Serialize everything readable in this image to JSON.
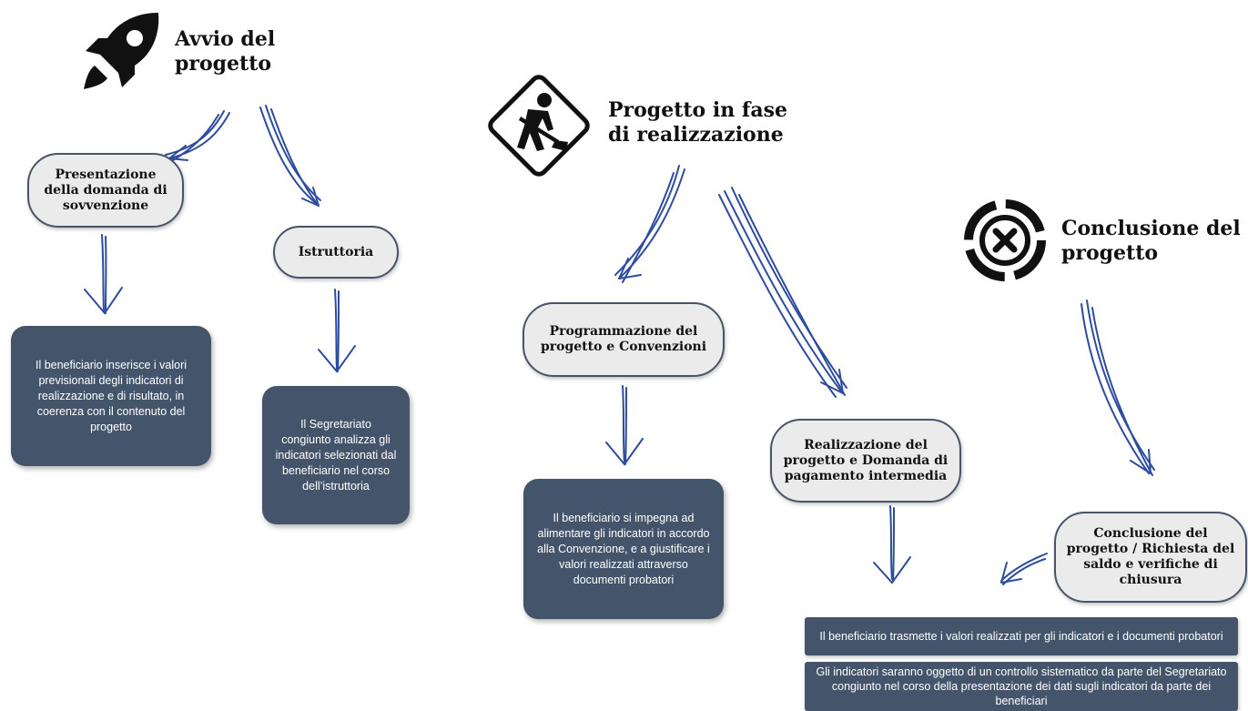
{
  "phases": {
    "avvio": {
      "title_line1": "Avvio del",
      "title_line2": "progetto",
      "icon": "rocket-icon",
      "steps": [
        {
          "label": "Presentazione della domanda di sovvenzione",
          "description": "Il beneficiario inserisce i valori previsionali degli indicatori di realizzazione e di risultato, in coerenza con il contenuto del progetto"
        },
        {
          "label": "Istruttoria",
          "description": "Il Segretariato congiunto analizza gli indicatori selezionati dal beneficiario nel corso dell’istruttoria"
        }
      ]
    },
    "realizzazione": {
      "title_line1": "Progetto in fase",
      "title_line2": "di realizzazione",
      "icon": "construction-worker-sign-icon",
      "steps": [
        {
          "label": "Programmazione del progetto e Convenzioni",
          "description": "Il beneficiario si impegna ad alimentare gli indicatori in accordo alla Convenzione, e a giustificare i valori realizzati attraverso documenti probatori"
        },
        {
          "label": "Realizzazione del progetto e Domanda di pagamento intermedia"
        }
      ]
    },
    "conclusione": {
      "title_line1": "Conclusione del",
      "title_line2": "progetto",
      "icon": "close-circle-icon",
      "steps": [
        {
          "label": "Conclusione del progetto / Richiesta del saldo e verifiche di chiusura"
        }
      ],
      "note_1": "Il beneficiario trasmette i valori realizzati per gli indicatori e i documenti probatori",
      "note_2": "Gli indicatori saranno oggetto di un controllo sistematico da parte del Segretariato congiunto  nel corso della presentazione dei dati sugli indicatori da parte dei beneficiari"
    }
  },
  "colors": {
    "box_fill": "#44546a",
    "pill_fill": "#ebebeb",
    "arrow": "#2e4c9e"
  }
}
